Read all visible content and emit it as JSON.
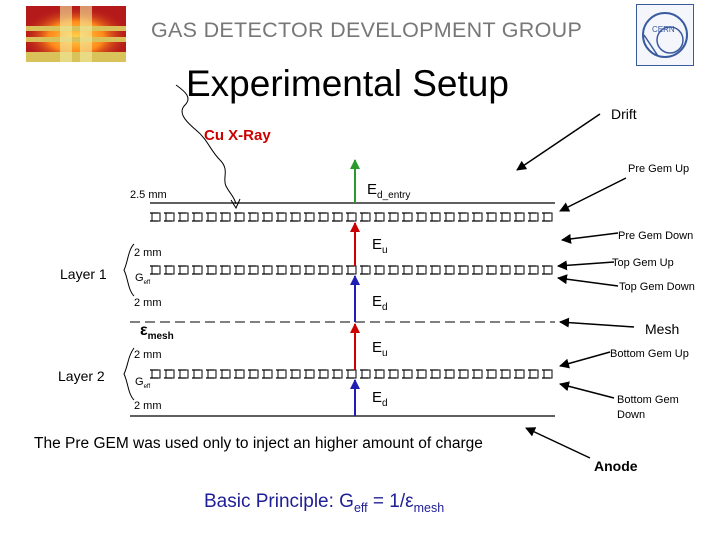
{
  "header": {
    "group_name": "GAS DETECTOR DEVELOPMENT GROUP",
    "cern_logo_text": "CERN"
  },
  "title": "Experimental Setup",
  "source": {
    "label": "Cu X-Ray"
  },
  "gaps": {
    "drift_gap": "2.5 mm",
    "pre_gap": "2 mm",
    "transfer_gap": "2 mm",
    "induction_gap_1": "2 mm",
    "induction_gap_2": "2 mm"
  },
  "layers": {
    "layer1": "Layer 1",
    "layer2": "Layer 2",
    "g_eff": "G",
    "g_eff_sub": "eff"
  },
  "mesh_eff": {
    "symbol": "ε",
    "sub": "mesh"
  },
  "fields": {
    "ed_entry_main": "E",
    "ed_entry_sub": "d_entry",
    "eu1_main": "E",
    "eu1_sub": "u",
    "ed1_main": "E",
    "ed1_sub": "d",
    "eu2_main": "E",
    "eu2_sub": "u",
    "ed2_main": "E",
    "ed2_sub": "d"
  },
  "right_labels": {
    "drift": "Drift",
    "pre_gem_up": "Pre Gem Up",
    "pre_gem_down": "Pre Gem Down",
    "top_gem_up": "Top Gem Up",
    "top_gem_down": "Top Gem Down",
    "mesh": "Mesh",
    "bottom_gem_up": "Bottom Gem Up",
    "bottom_gem_down": "Bottom Gem Down",
    "anode": "Anode"
  },
  "note": "The Pre GEM was used only to inject an higher amount of charge",
  "principle": {
    "text": "Basic Principle: G",
    "eff_sub": "eff",
    "eq": " = 1/ε",
    "mesh_sub": "mesh"
  },
  "colors": {
    "title_gray": "#777777",
    "xray_red": "#cc0000",
    "field_arrow_green": "#2a9a2a",
    "field_arrow_red": "#cc0000",
    "field_arrow_blue": "#1e1eb4",
    "principle_blue": "#1e1e96"
  }
}
